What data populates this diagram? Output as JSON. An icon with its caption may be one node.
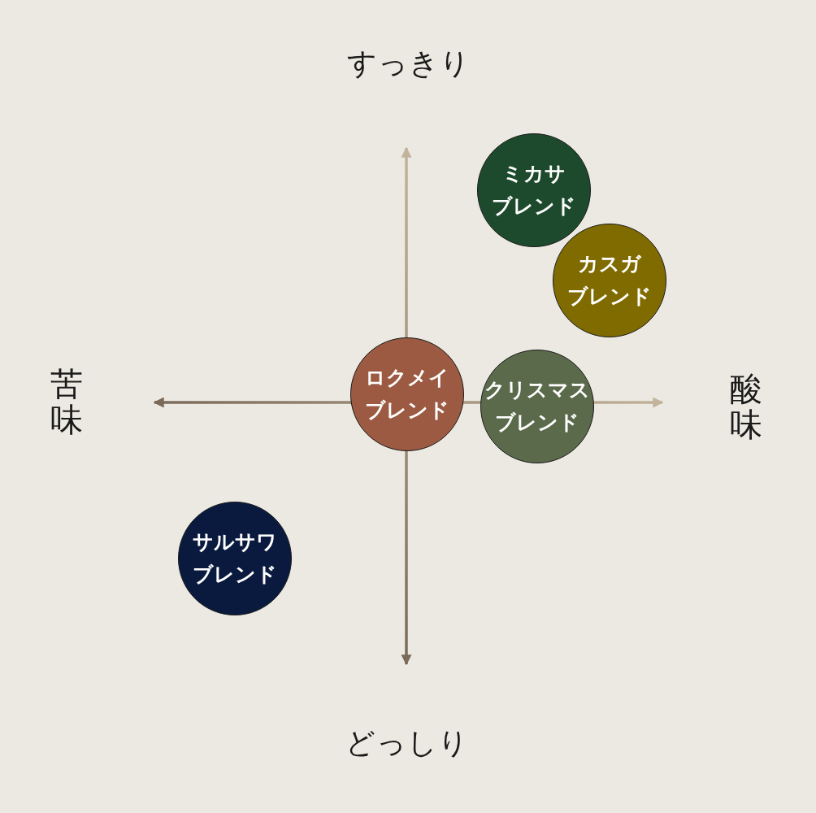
{
  "diagram": {
    "nodes": [
      {
        "text": [
          "ミカサブレンド"
        ]
      },
      {
        "text": [
          "カスガブレンド"
        ]
      },
      {
        "text": [
          "ロクメイブレンド"
        ]
      },
      {
        "text": [
          "クリスマスブレンド"
        ]
      },
      {
        "text": [
          "サルサワブレンド"
        ]
      }
    ],
    "labels": [
      "すっきり",
      "苦味",
      "酸味",
      "どっしり"
    ]
  }
}
